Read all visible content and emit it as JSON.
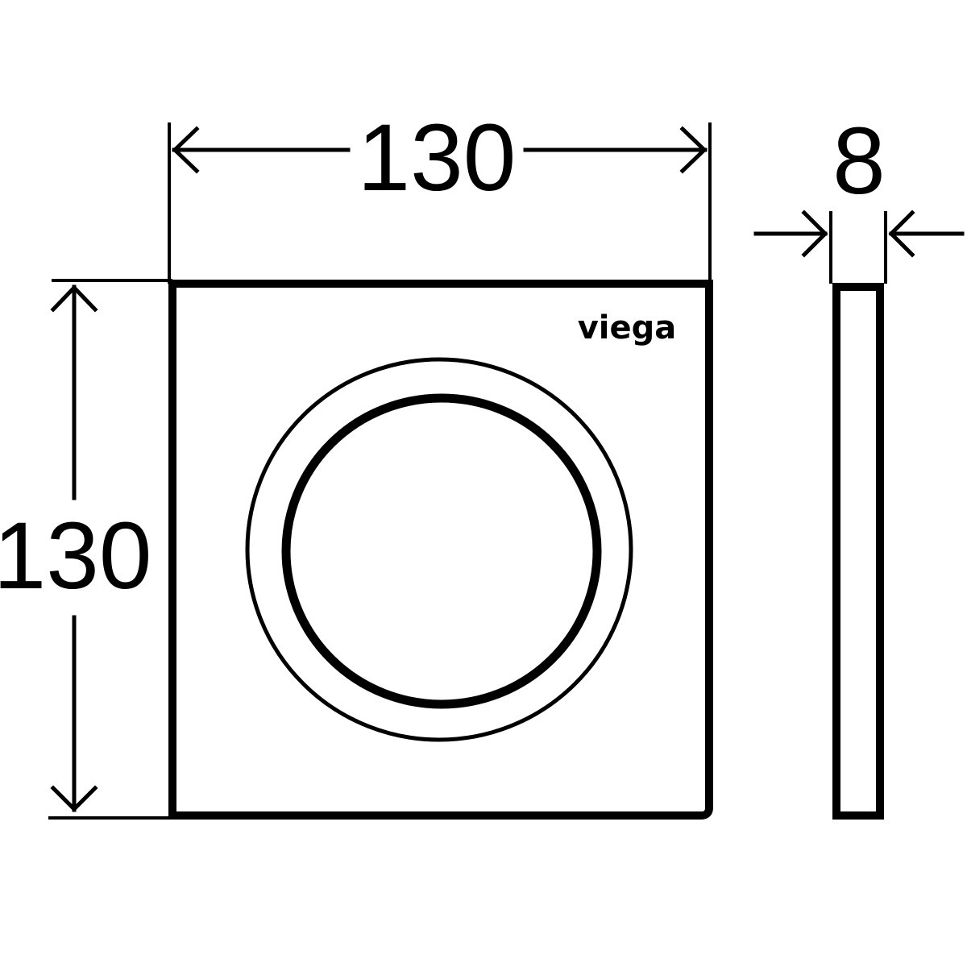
{
  "drawing": {
    "front_view": {
      "logo": "viega"
    },
    "dimensions": {
      "width_label": "130",
      "height_label": "130",
      "depth_label": "8"
    },
    "colors": {
      "line": "#000000",
      "background": "#ffffff"
    }
  }
}
